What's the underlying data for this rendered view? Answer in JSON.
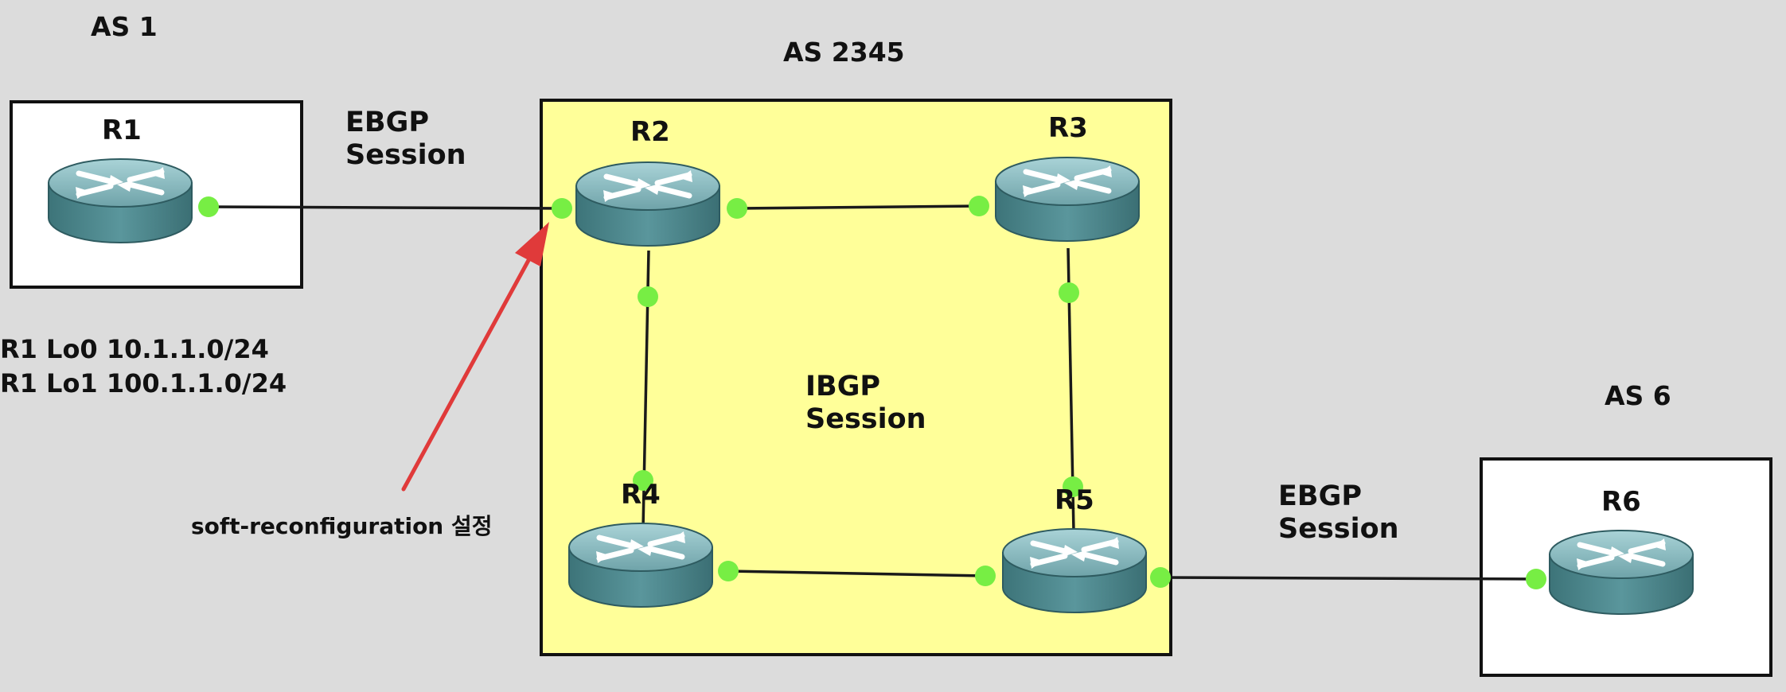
{
  "colors": {
    "canvas_bg": "#dcdcdc",
    "as_box_fill": "#ffffff",
    "core_as_fill": "#ffff99",
    "box_border": "#111111",
    "link_line": "#1a1a1a",
    "port_dot": "#77ee44",
    "router_body": "#4f8b91",
    "router_top": "#8fbfc4",
    "arrow": "#e03a3a"
  },
  "as_labels": {
    "as1": "AS 1",
    "as2345": "AS 2345",
    "as6": "AS 6"
  },
  "routers": {
    "r1": "R1",
    "r2": "R2",
    "r3": "R3",
    "r4": "R4",
    "r5": "R5",
    "r6": "R6"
  },
  "sessions": {
    "ebgp_left": [
      "EBGP",
      "Session"
    ],
    "ibgp": [
      "IBGP",
      "Session"
    ],
    "ebgp_right": [
      "EBGP",
      "Session"
    ]
  },
  "networks": [
    "R1 Lo0 10.1.1.0/24",
    "R1 Lo1 100.1.1.0/24"
  ],
  "annotation": "soft-reconfiguration 설정",
  "icons": {
    "router": "router-icon",
    "arrow": "red-arrow-icon"
  }
}
